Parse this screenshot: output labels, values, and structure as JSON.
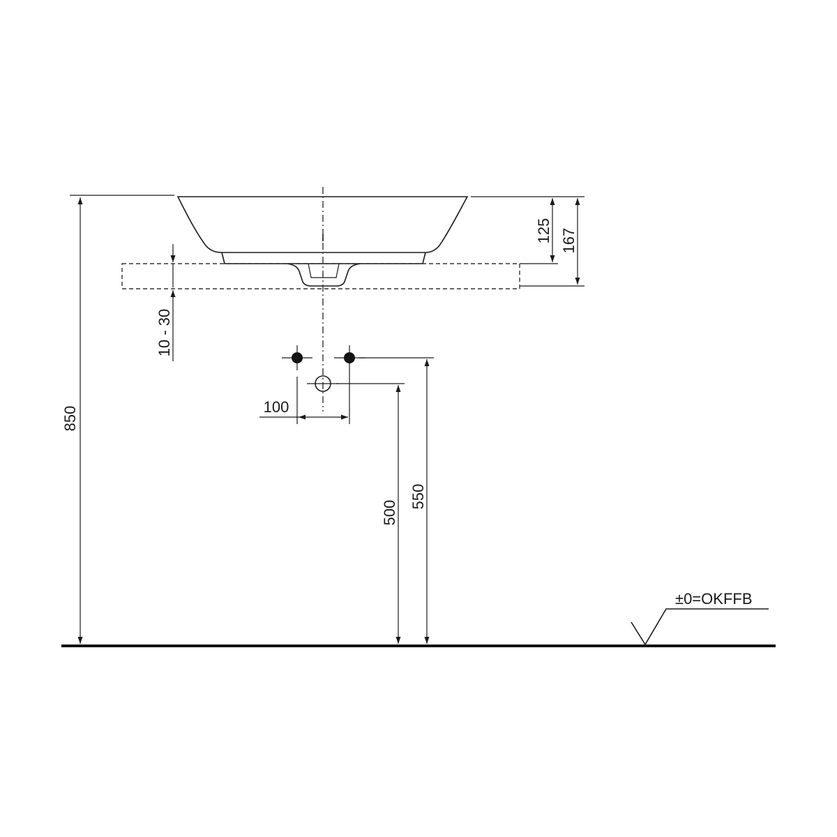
{
  "dimensions": {
    "overall_height": "850",
    "rim_height": "125",
    "total_height": "167",
    "countertop_thickness": "10 - 30",
    "supply_spacing": "100",
    "drain_height": "500",
    "supply_height": "550"
  },
  "floor_label": "±0=OKFFB",
  "colors": {
    "ink": "#1a1a1a",
    "background": "#ffffff"
  }
}
